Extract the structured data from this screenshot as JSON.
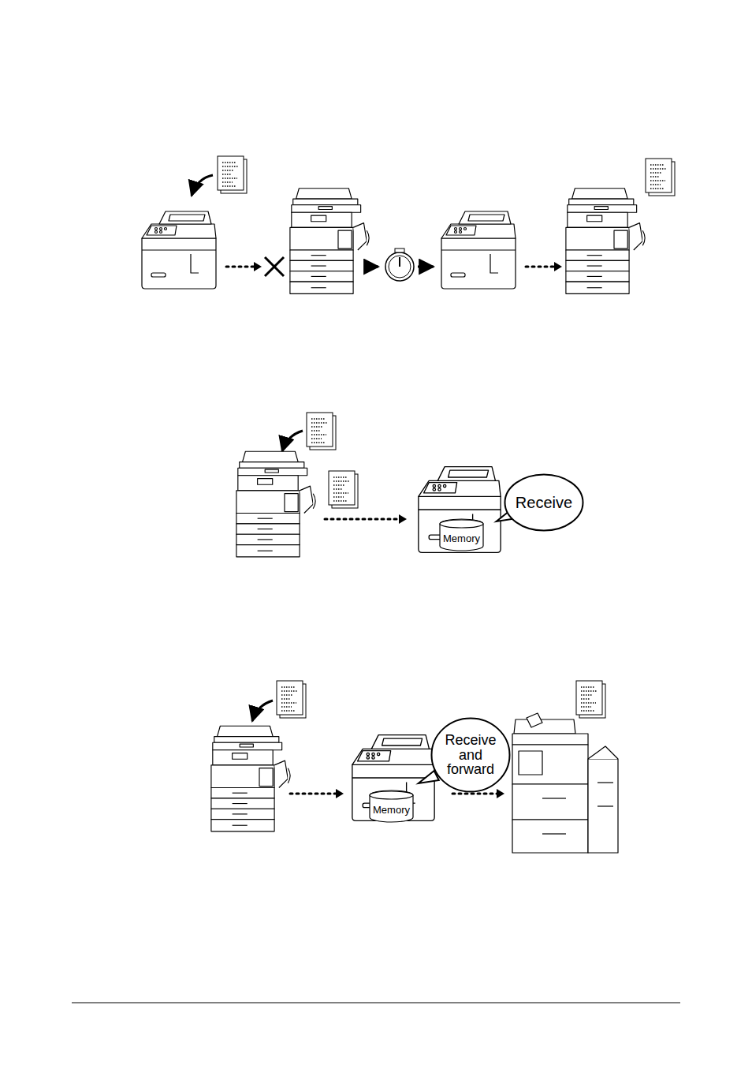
{
  "diagram": {
    "nodes": [
      {
        "text": [
          "Memory"
        ]
      },
      {
        "text": [
          "Receive"
        ]
      },
      {
        "text": [
          "Memory"
        ]
      },
      {
        "text": [
          "Receive and forward"
        ]
      }
    ],
    "edges": []
  }
}
